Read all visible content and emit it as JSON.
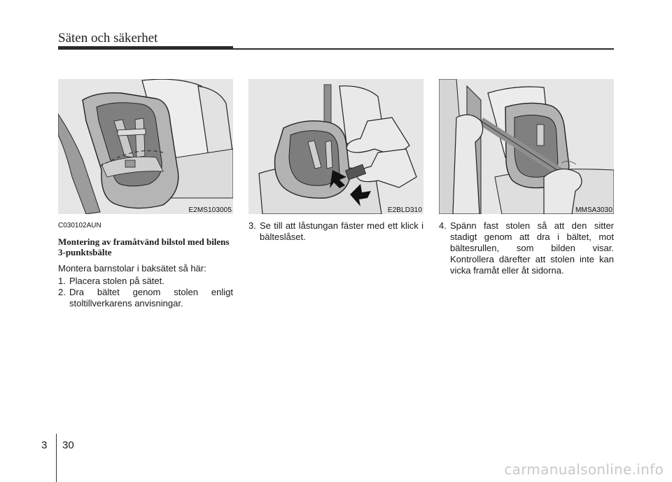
{
  "header": {
    "title": "Säten och säkerhet"
  },
  "figures": [
    {
      "code": "E2MS103005"
    },
    {
      "code": "E2BLD310"
    },
    {
      "code": "MMSA3030"
    }
  ],
  "col1": {
    "code": "C030102AUN",
    "heading": "Montering av framåtvänd bilstol med bilens 3-punktsbälte",
    "intro": "Montera barnstolar i baksätet så här:",
    "steps": [
      {
        "num": "1.",
        "text": "Placera stolen på sätet."
      },
      {
        "num": "2.",
        "text": "Dra bältet genom stolen enligt stoltillverkarens anvisningar."
      }
    ]
  },
  "col2": {
    "steps": [
      {
        "num": "3.",
        "text": "Se till att låstungan fäster med ett klick i bälteslåset."
      }
    ]
  },
  "col3": {
    "steps": [
      {
        "num": "4.",
        "text": "Spänn fast stolen så att den sitter stadigt genom att dra i bältet, mot bältesrullen, som bilden visar. Kontrollera därefter att stolen inte kan vicka framåt eller åt sidorna."
      }
    ]
  },
  "footer": {
    "chapter": "3",
    "page": "30"
  },
  "watermark": "carmanualsonline.info"
}
